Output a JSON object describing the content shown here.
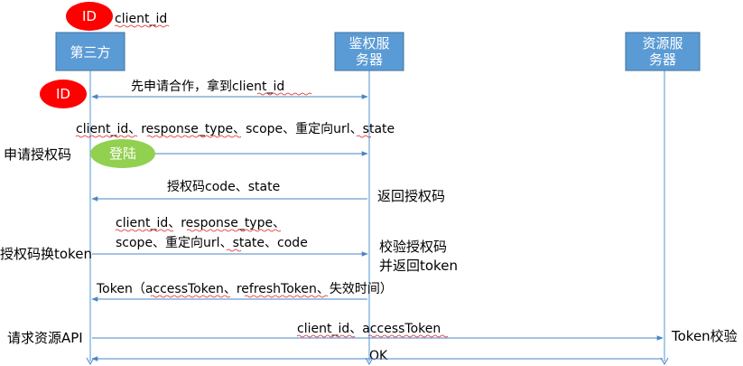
{
  "actors": {
    "third_party": "第三方",
    "auth_server_line1": "鉴权服",
    "auth_server_line2": "务器",
    "resource_server_line1": "资源服",
    "resource_server_line2": "务器"
  },
  "badges": {
    "id_top": "ID",
    "id_top_caption": "client_id",
    "id_mid": "ID",
    "login": "登陆"
  },
  "messages": {
    "m1": "先申请合作，拿到client_id",
    "m2": "client_id、response_type、scope、重定向url、state",
    "m3": "授权码code、state",
    "m4_line1": "client_id、response_type、",
    "m4_line2": "scope、重定向url、state、code",
    "m5": "Token（accessToken、refreshToken、失效时间）",
    "m6": "client_id、accessToken",
    "m7": "OK"
  },
  "side_labels": {
    "request_code": "申请授权码",
    "exchange_token": "授权码换token",
    "request_resource": "请求资源API",
    "return_code": "返回授权码",
    "verify_line1": "校验授权码",
    "verify_line2": "并返回token",
    "token_verify": "Token校验"
  },
  "colors": {
    "actor_fill": "#5b9bd5",
    "id_badge": "#ff0000",
    "login_badge": "#92d050",
    "arrow": "#4a86c5"
  }
}
